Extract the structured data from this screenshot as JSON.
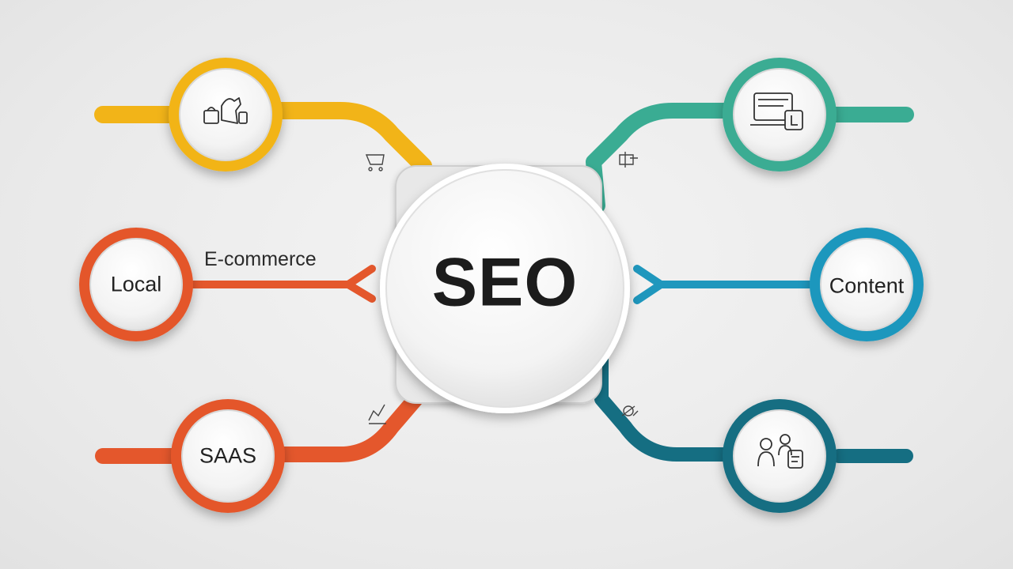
{
  "center": {
    "label": "SEO"
  },
  "nodes": [
    {
      "id": "top-left",
      "label": "",
      "icon": "shopping-icon",
      "color": "#f2b418"
    },
    {
      "id": "mid-left",
      "label": "Local",
      "icon": "",
      "color": "#e4572c"
    },
    {
      "id": "bottom-left",
      "label": "SAAS",
      "icon": "",
      "color": "#e4572c"
    },
    {
      "id": "top-right",
      "label": "",
      "icon": "laptop-icon",
      "color": "#3aac93"
    },
    {
      "id": "mid-right",
      "label": "Content",
      "icon": "",
      "color": "#1f97bd"
    },
    {
      "id": "bottom-right",
      "label": "",
      "icon": "people-icon",
      "color": "#156e82"
    }
  ],
  "annotations": {
    "ecommerce": "E-commerce"
  },
  "colors": {
    "yellow": "#f2b418",
    "orange": "#e4572c",
    "teal": "#3aac93",
    "blue": "#1f97bd",
    "dark_teal": "#156e82"
  }
}
